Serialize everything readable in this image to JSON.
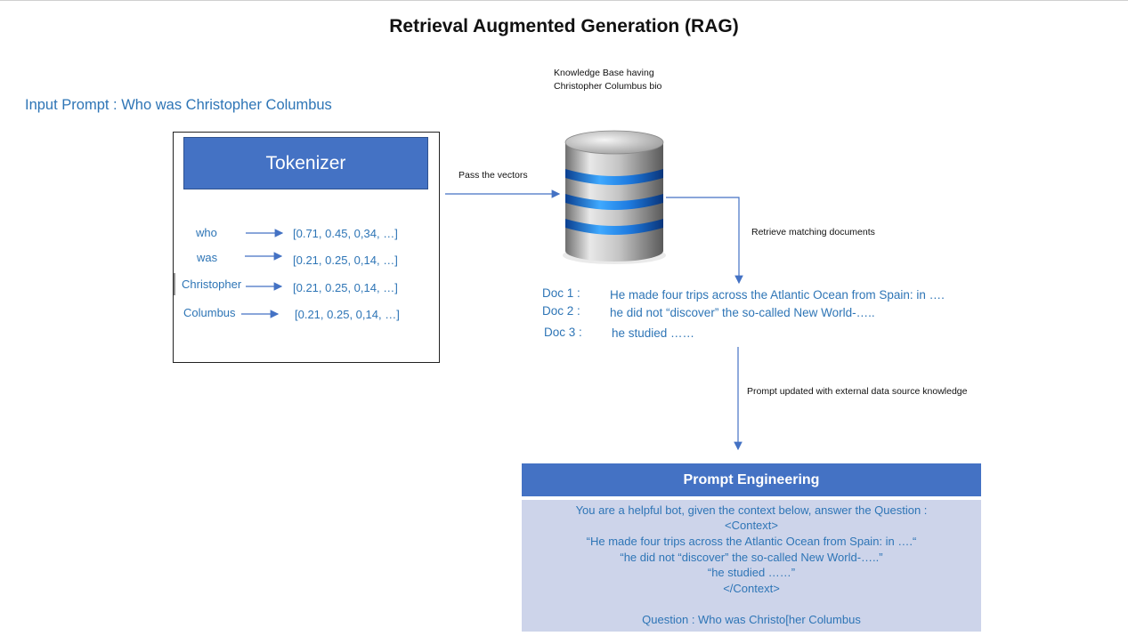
{
  "title": "Retrieval Augmented Generation (RAG)",
  "knowledge_base": {
    "label_line1": "Knowledge Base having",
    "label_line2": "Christopher Columbus bio",
    "icon": "database-icon"
  },
  "input_prompt": "Input Prompt : Who was Christopher Columbus",
  "tokenizer": {
    "header": "Tokenizer",
    "rows": [
      {
        "word": "who",
        "vector": "[0.71, 0.45, 0,34, …]"
      },
      {
        "word": "was",
        "vector": "[0.21, 0.25, 0,14, …]"
      },
      {
        "word": "Christopher",
        "vector": "[0.21, 0.25, 0,14, …]"
      },
      {
        "word": "Columbus",
        "vector": "[0.21, 0.25, 0,14, …]"
      }
    ]
  },
  "arrows": {
    "pass_vectors": "Pass the vectors",
    "retrieve": "Retrieve matching documents",
    "prompt_updated": "Prompt updated with external data source knowledge"
  },
  "documents": [
    {
      "label": "Doc 1  :",
      "text": "He made four trips across the Atlantic Ocean from Spain: in …."
    },
    {
      "label": "Doc 2  :",
      "text": "he did not “discover” the so-called New World-….."
    },
    {
      "label": "Doc 3  :",
      "text": "he studied ……"
    }
  ],
  "prompt_engineering": {
    "header": "Prompt Engineering",
    "lines": [
      "You are a helpful bot, given the context below, answer the Question :",
      "<Context>",
      "“He made four trips across the Atlantic Ocean from Spain: in ….“",
      "“he did not “discover” the so-called New World-…..”",
      "“he studied ……”",
      "</Context>",
      "",
      "Question : Who was Christo[her Columbus"
    ]
  },
  "colors": {
    "accent_blue": "#4472c4",
    "text_blue": "#2e75b6",
    "panel_light": "#cdd4ea"
  }
}
